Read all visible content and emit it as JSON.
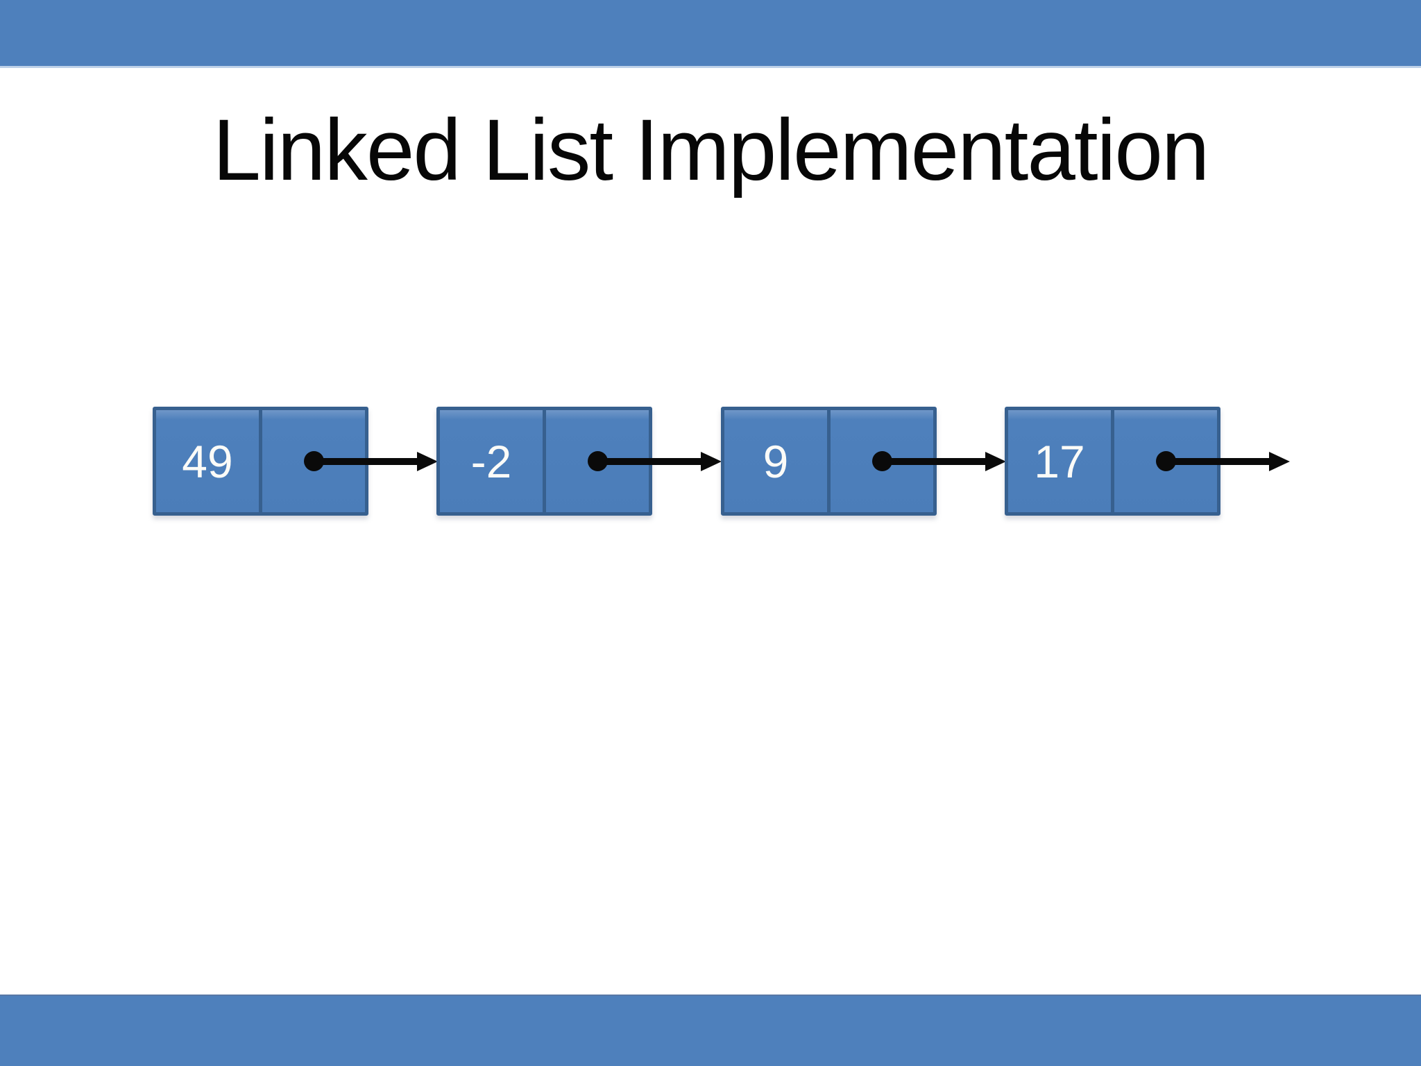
{
  "slide": {
    "title": "Linked List Implementation"
  },
  "theme": {
    "bar_color": "#4e80bc",
    "node_fill": "#4b7db9",
    "node_border": "#37608f",
    "node_text_color": "#fbfbf8",
    "arrow_color": "#0a0a0a",
    "background": "#ffffff"
  },
  "linked_list": {
    "nodes": [
      {
        "value": "49"
      },
      {
        "value": "-2"
      },
      {
        "value": "9"
      },
      {
        "value": "17"
      }
    ]
  }
}
